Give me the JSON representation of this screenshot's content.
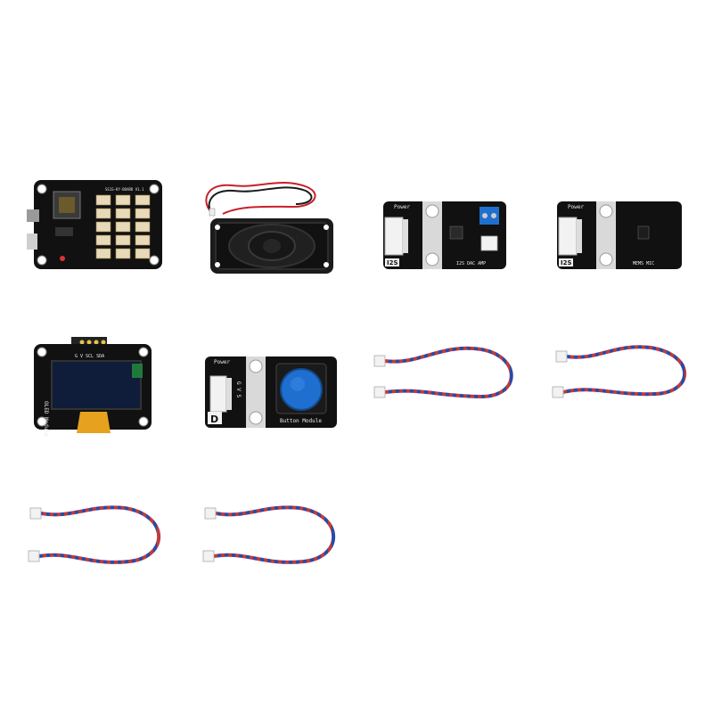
{
  "main_board": {
    "silk": "SS1S-KY-BOARD V1.1"
  },
  "amp_module": {
    "power_label": "Power",
    "bus_tag": "I2S",
    "name_label": "I2S DAC AMP"
  },
  "mic_module": {
    "power_label": "Power",
    "bus_tag": "I2S",
    "name_label": "MEMS MIC"
  },
  "oled_module": {
    "side_label": "OLED Module",
    "pin_label": "G V SCL SDA"
  },
  "button_module": {
    "power_label": "Power",
    "logo_letter": "D",
    "pin_label": "G V S",
    "name_label": "Button Module"
  },
  "colors": {
    "pcb": "#111111",
    "header_white": "#f2f2f2",
    "header_cream": "#e8d9b8",
    "button_cap": "#1f6fd0",
    "speaker_wire_red": "#c8202a",
    "cable_red": "#c33a3a",
    "cable_blue": "#2a4aa8",
    "oled_screen": "#0f1c3a",
    "ribbon_yellow": "#e6a21e"
  }
}
